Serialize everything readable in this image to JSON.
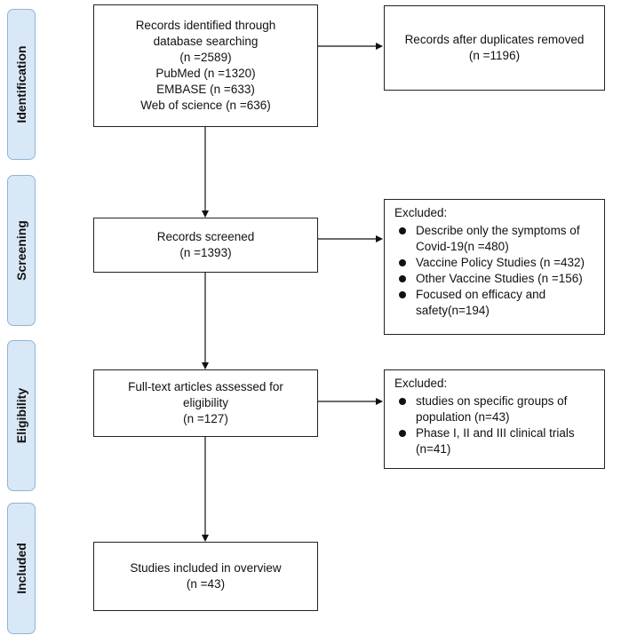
{
  "phases": {
    "identification": "Identification",
    "screening": "Screening",
    "eligibility": "Eligibility",
    "included": "Included"
  },
  "identified": {
    "lines": [
      "Records identified through",
      "database searching",
      "(n =2589)",
      "PubMed (n =1320)",
      "EMBASE (n =633)",
      "Web of science (n =636)"
    ]
  },
  "duplicates": {
    "lines": [
      "Records after duplicates removed",
      "(n =1196)"
    ]
  },
  "screened": {
    "lines": [
      "Records screened",
      "(n =1393)"
    ]
  },
  "excluded_screening": {
    "title": "Excluded:",
    "items": [
      "Describe only the symptoms of Covid-19(n =480)",
      "Vaccine Policy Studies (n =432)",
      "Other Vaccine Studies (n =156)",
      "Focused on efficacy and safety(n=194)"
    ]
  },
  "fulltext": {
    "lines": [
      "Full-text articles assessed for",
      "eligibility",
      "(n =127)"
    ]
  },
  "excluded_eligibility": {
    "title": "Excluded:",
    "items": [
      "studies on specific groups of population (n=43)",
      "Phase I, II and III clinical trials (n=41)"
    ]
  },
  "included_box": {
    "lines": [
      "Studies included in overview",
      "(n =43)"
    ]
  }
}
